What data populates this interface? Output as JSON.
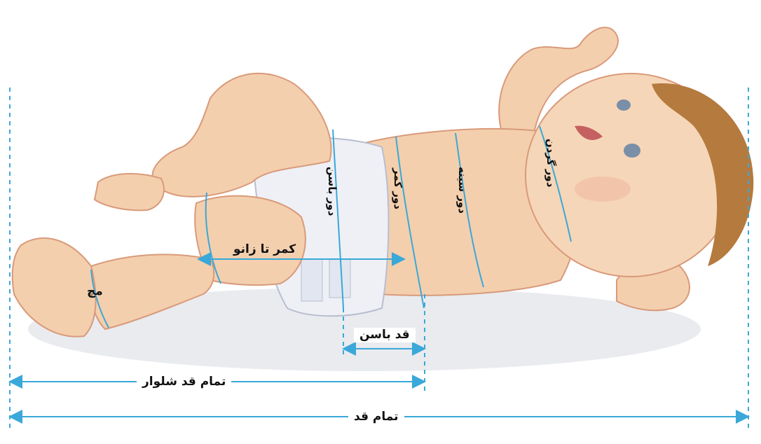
{
  "labels": {
    "neck": "دور گردن",
    "chest": "دور سینه",
    "waist": "دور کمر",
    "hip": "دور باسن",
    "waist_to_knee": "کمر تا زانو",
    "ankle": "مچ",
    "crotch": "قد باسن",
    "inseam": "تمام قد شلوار",
    "full_height": "تمام قد"
  },
  "colors": {
    "guide": "#3aa8d8",
    "skin": "#f3cfae",
    "skin_shadow": "#e3a888",
    "diaper": "#eef0f6",
    "hair": "#b57a3e",
    "shadow": "#dde0e6"
  }
}
